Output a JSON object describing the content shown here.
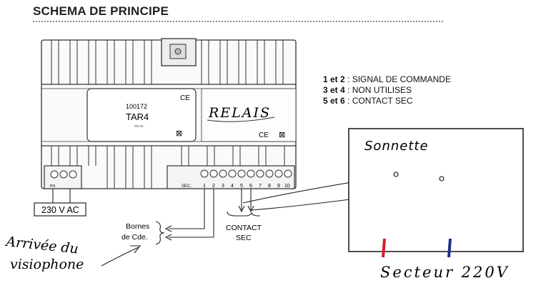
{
  "title": "SCHEMA DE PRINCIPE",
  "legend": [
    {
      "pins": "1 et 2",
      "text": "SIGNAL DE COMMANDE"
    },
    {
      "pins": "3 et 4",
      "text": "NON UTILISES"
    },
    {
      "pins": "5 et 6",
      "text": "CONTACT SEC"
    }
  ],
  "module": {
    "ce_mark": "CE",
    "reference": "100172",
    "model": "TAR4",
    "small_text": "RE/45",
    "handwritten_label": "RELAIS",
    "terminal_left_label": "PH.",
    "terminal_right_label": "SEC.",
    "terminal_numbers": [
      "1",
      "2",
      "3",
      "4",
      "5",
      "6",
      "7",
      "8",
      "9",
      "10"
    ]
  },
  "labels": {
    "power": "230 V AC",
    "bornes_line1": "Bornes",
    "bornes_line2": "de Cde.",
    "contact_line1": "CONTACT",
    "contact_line2": "SEC"
  },
  "handwritten": {
    "arrivee_line1": "Arrivée du",
    "arrivee_line2": "visiophone",
    "sonnette": "Sonnette",
    "secteur": "Secteur 220V"
  },
  "colors": {
    "ink": "#222222",
    "red_wire": "#d0202a",
    "blue_wire": "#1c2f8a"
  }
}
